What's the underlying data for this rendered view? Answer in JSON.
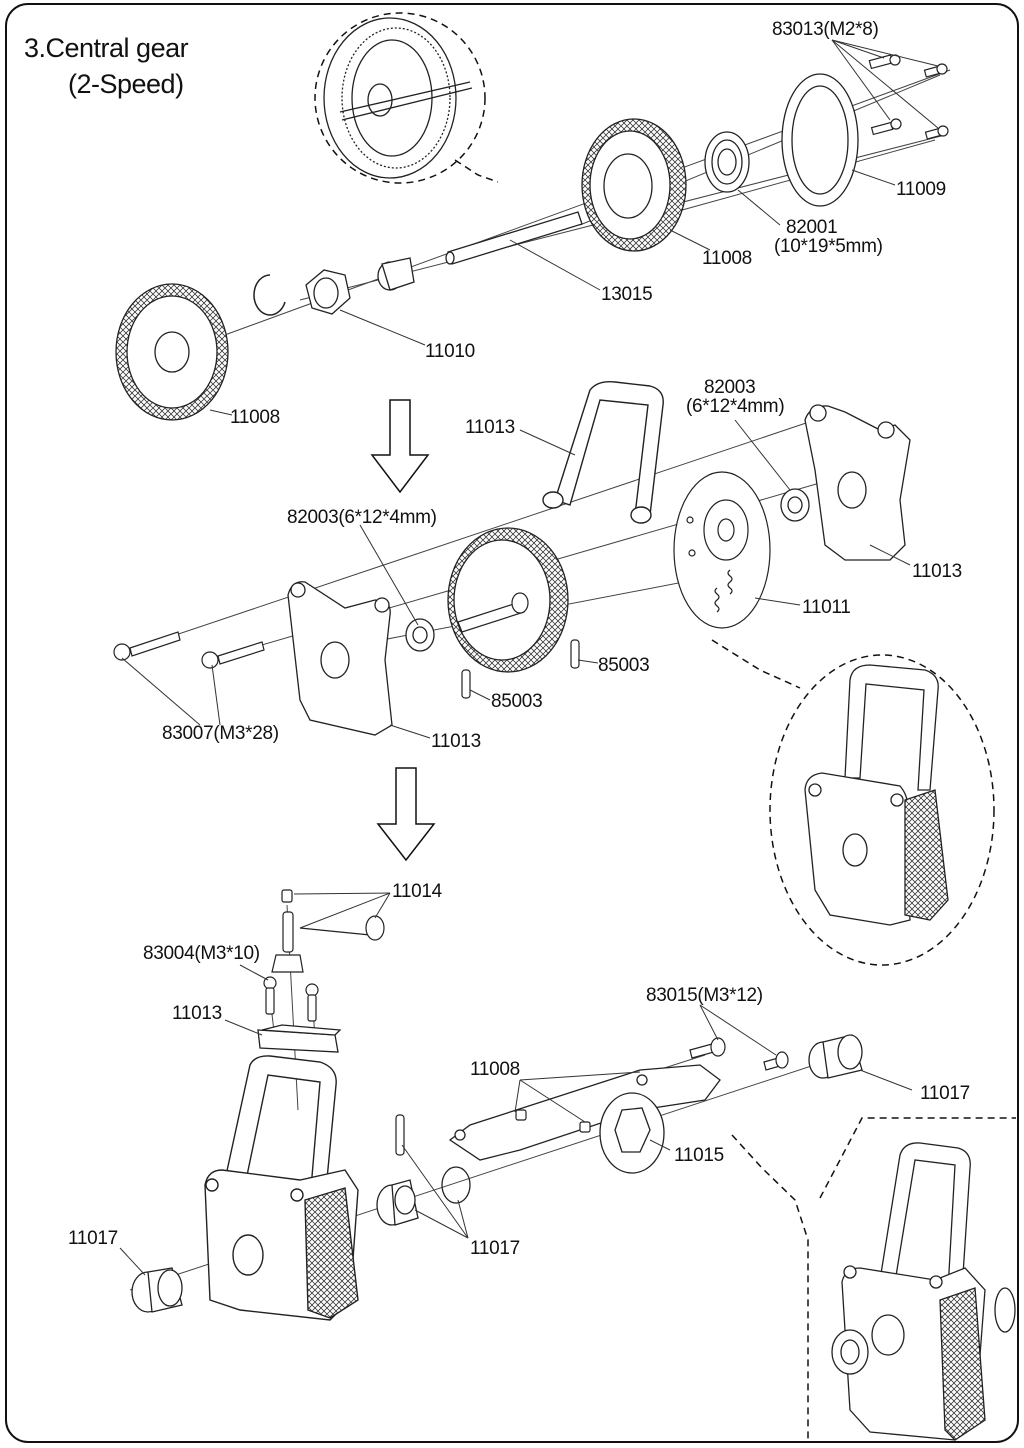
{
  "title": {
    "line1": "3.Central gear",
    "line2": "(2-Speed)"
  },
  "labels": {
    "p83013": "83013(M2*8)",
    "p11009": "11009",
    "p82001a": "82001",
    "p82001b": "(10*19*5mm)",
    "p11008_top": "11008",
    "p13015": "13015",
    "p11010": "11010",
    "p11008_left": "11008",
    "p82003_top_a": "82003",
    "p82003_top_b": "(6*12*4mm)",
    "p11013_top": "11013",
    "p82003_mid": "82003(6*12*4mm)",
    "p11013_right": "11013",
    "p11011": "11011",
    "p85003_right": "85003",
    "p85003_mid": "85003",
    "p83007": "83007(M3*28)",
    "p11013_mid": "11013",
    "p11014": "11014",
    "p83004": "83004(M3*10)",
    "p11013_low": "11013",
    "p83015": "83015(M3*12)",
    "p11008_low": "11008",
    "p11017_right": "11017",
    "p11015": "11015",
    "p11017_left": "11017",
    "p11017_mid": "11017"
  }
}
